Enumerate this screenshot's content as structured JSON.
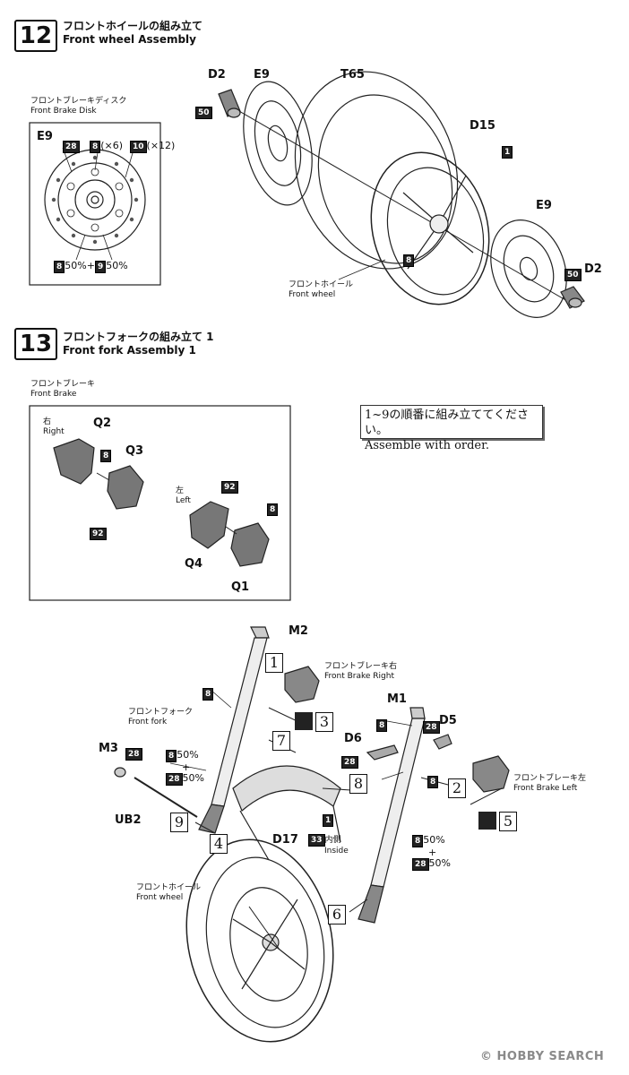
{
  "step12": {
    "number": "12",
    "title_jp": "フロントホイールの組み立て",
    "title_en": "Front wheel Assembly",
    "disk_label_jp": "フロントブレーキディスク",
    "disk_label_en": "Front Brake Disk",
    "inset_part": "E9",
    "inset_badge_a": "28",
    "inset_badge_b": "8",
    "inset_qty_b": "(×6)",
    "inset_badge_c": "10",
    "inset_qty_c": "(×12)",
    "inset_mix_a": "8",
    "inset_mix_a_pct": "50%",
    "inset_plus": "+",
    "inset_mix_b": "9",
    "inset_mix_b_pct": "50%",
    "part_d2_top": "D2",
    "badge_50_top": "50",
    "part_e9_top": "E9",
    "part_t65": "T65",
    "part_d15": "D15",
    "badge_1": "1",
    "part_e9_right": "E9",
    "badge_8_wheel": "8",
    "badge_50_right": "50",
    "part_d2_right": "D2",
    "wheel_label_jp": "フロントホイール",
    "wheel_label_en": "Front wheel"
  },
  "step13": {
    "number": "13",
    "title_jp": "フロントフォークの組み立て 1",
    "title_en": "Front fork Assembly 1",
    "brake_label_jp": "フロントブレーキ",
    "brake_label_en": "Front Brake",
    "right_jp": "右",
    "right_en": "Right",
    "left_jp": "左",
    "left_en": "Left",
    "part_q2": "Q2",
    "part_q3": "Q3",
    "part_q4": "Q4",
    "part_q1": "Q1",
    "badge_8_q2": "8",
    "badge_92_right": "92",
    "badge_92_left": "92",
    "badge_8_left": "8",
    "note_jp": "1~9の順番に組み立ててください。",
    "note_en": "Assemble with order.",
    "part_m2": "M2",
    "order_1": "1",
    "badge_8_fork_l": "8",
    "brake_right_jp": "フロントブレーキ右",
    "brake_right_en": "Front Brake Right",
    "order_3": "3",
    "fork_label_jp": "フロントフォーク",
    "fork_label_en": "Front fork",
    "order_7": "7",
    "part_m1": "M1",
    "badge_8_m1": "8",
    "badge_28_d5": "28",
    "part_d5": "D5",
    "part_d6": "D6",
    "badge_28_d6": "28",
    "badge_8_d6": "8",
    "part_m3": "M3",
    "badge_28_m3": "28",
    "mix1_a": "8",
    "mix1_a_pct": "50%",
    "mix1_plus": "+",
    "mix1_b": "28",
    "mix1_b_pct": "50%",
    "order_8": "8",
    "order_2": "2",
    "brake_left_jp": "フロントブレーキ左",
    "brake_left_en": "Front Brake Left",
    "part_ub2": "UB2",
    "order_9": "9",
    "badge_1_d17": "1",
    "part_d17": "D17",
    "badge_33": "33",
    "inside_jp": "内側",
    "inside_en": "Inside",
    "order_5": "5",
    "order_4": "4",
    "mix2_a": "8",
    "mix2_a_pct": "50%",
    "mix2_plus": "+",
    "mix2_b": "28",
    "mix2_b_pct": "50%",
    "wheel_label_jp": "フロントホイール",
    "wheel_label_en": "Front wheel",
    "order_6": "6"
  },
  "watermark": "HOBBY SEARCH",
  "watermark_copy": "©"
}
